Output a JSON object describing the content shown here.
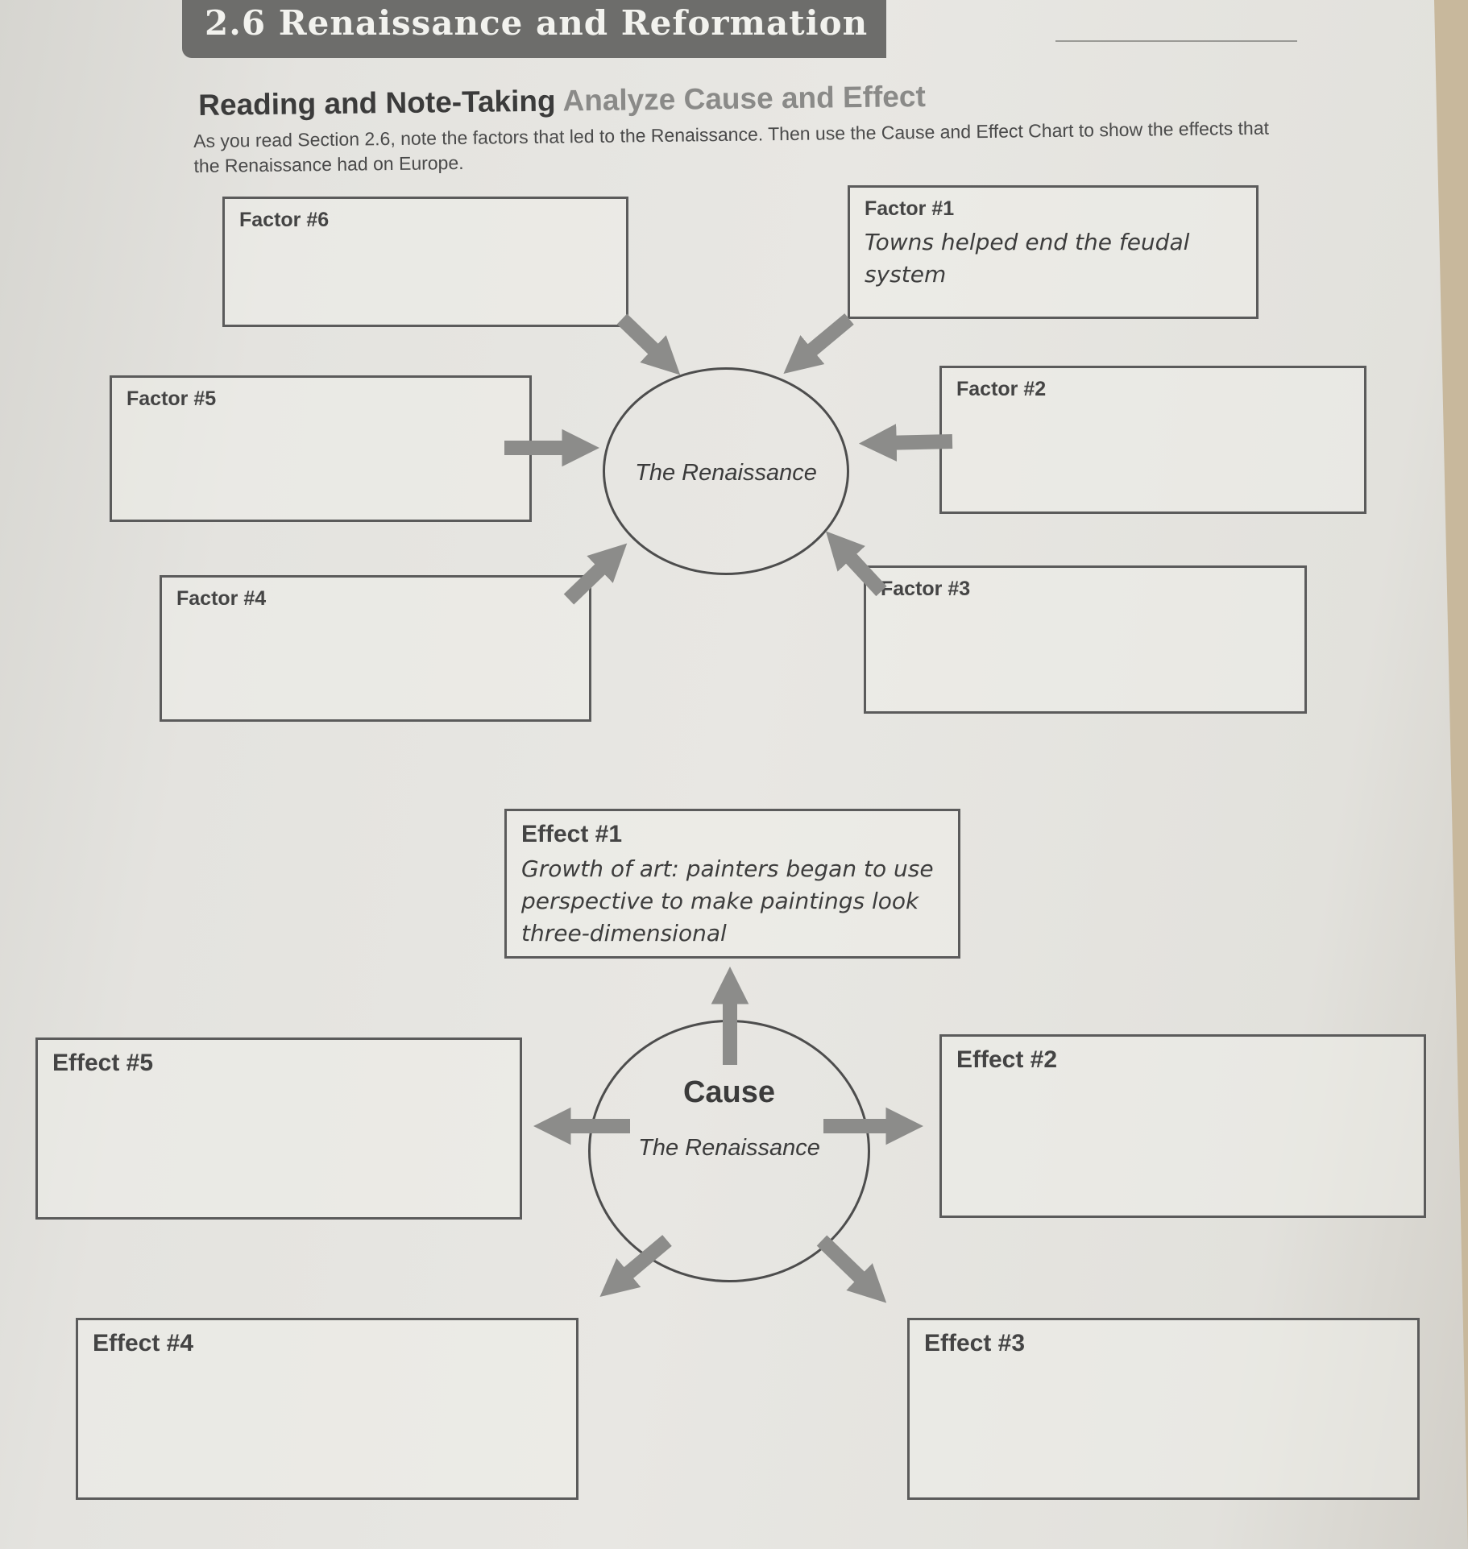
{
  "header": {
    "section_title": "2.6 Renaissance and Reformation"
  },
  "heading": {
    "part_a": "Reading and Note-Taking",
    "part_b": "Analyze Cause and Effect"
  },
  "instructions": "As you read Section 2.6, note the factors that led to the Renaissance. Then use the Cause and Effect Chart to show the effects that the Renaissance had on Europe.",
  "factors_diagram": {
    "center_text": "The Renaissance",
    "factor1": {
      "label": "Factor #1",
      "answer": "Towns helped end the feudal system"
    },
    "factor2": {
      "label": "Factor #2"
    },
    "factor3": {
      "label": "Factor #3"
    },
    "factor4": {
      "label": "Factor #4"
    },
    "factor5": {
      "label": "Factor #5"
    },
    "factor6": {
      "label": "Factor #6"
    }
  },
  "effects_diagram": {
    "cause_label": "Cause",
    "center_text": "The Renaissance",
    "effect1": {
      "label": "Effect #1",
      "answer": "Growth of art: painters began to use perspective to make paintings look three-dimensional"
    },
    "effect2": {
      "label": "Effect #2"
    },
    "effect3": {
      "label": "Effect #3"
    },
    "effect4": {
      "label": "Effect #4"
    },
    "effect5": {
      "label": "Effect #5"
    }
  },
  "colors": {
    "header_band": "#6d6d6b",
    "arrow": "#8c8c8a",
    "box_border": "#5b5b5b"
  }
}
